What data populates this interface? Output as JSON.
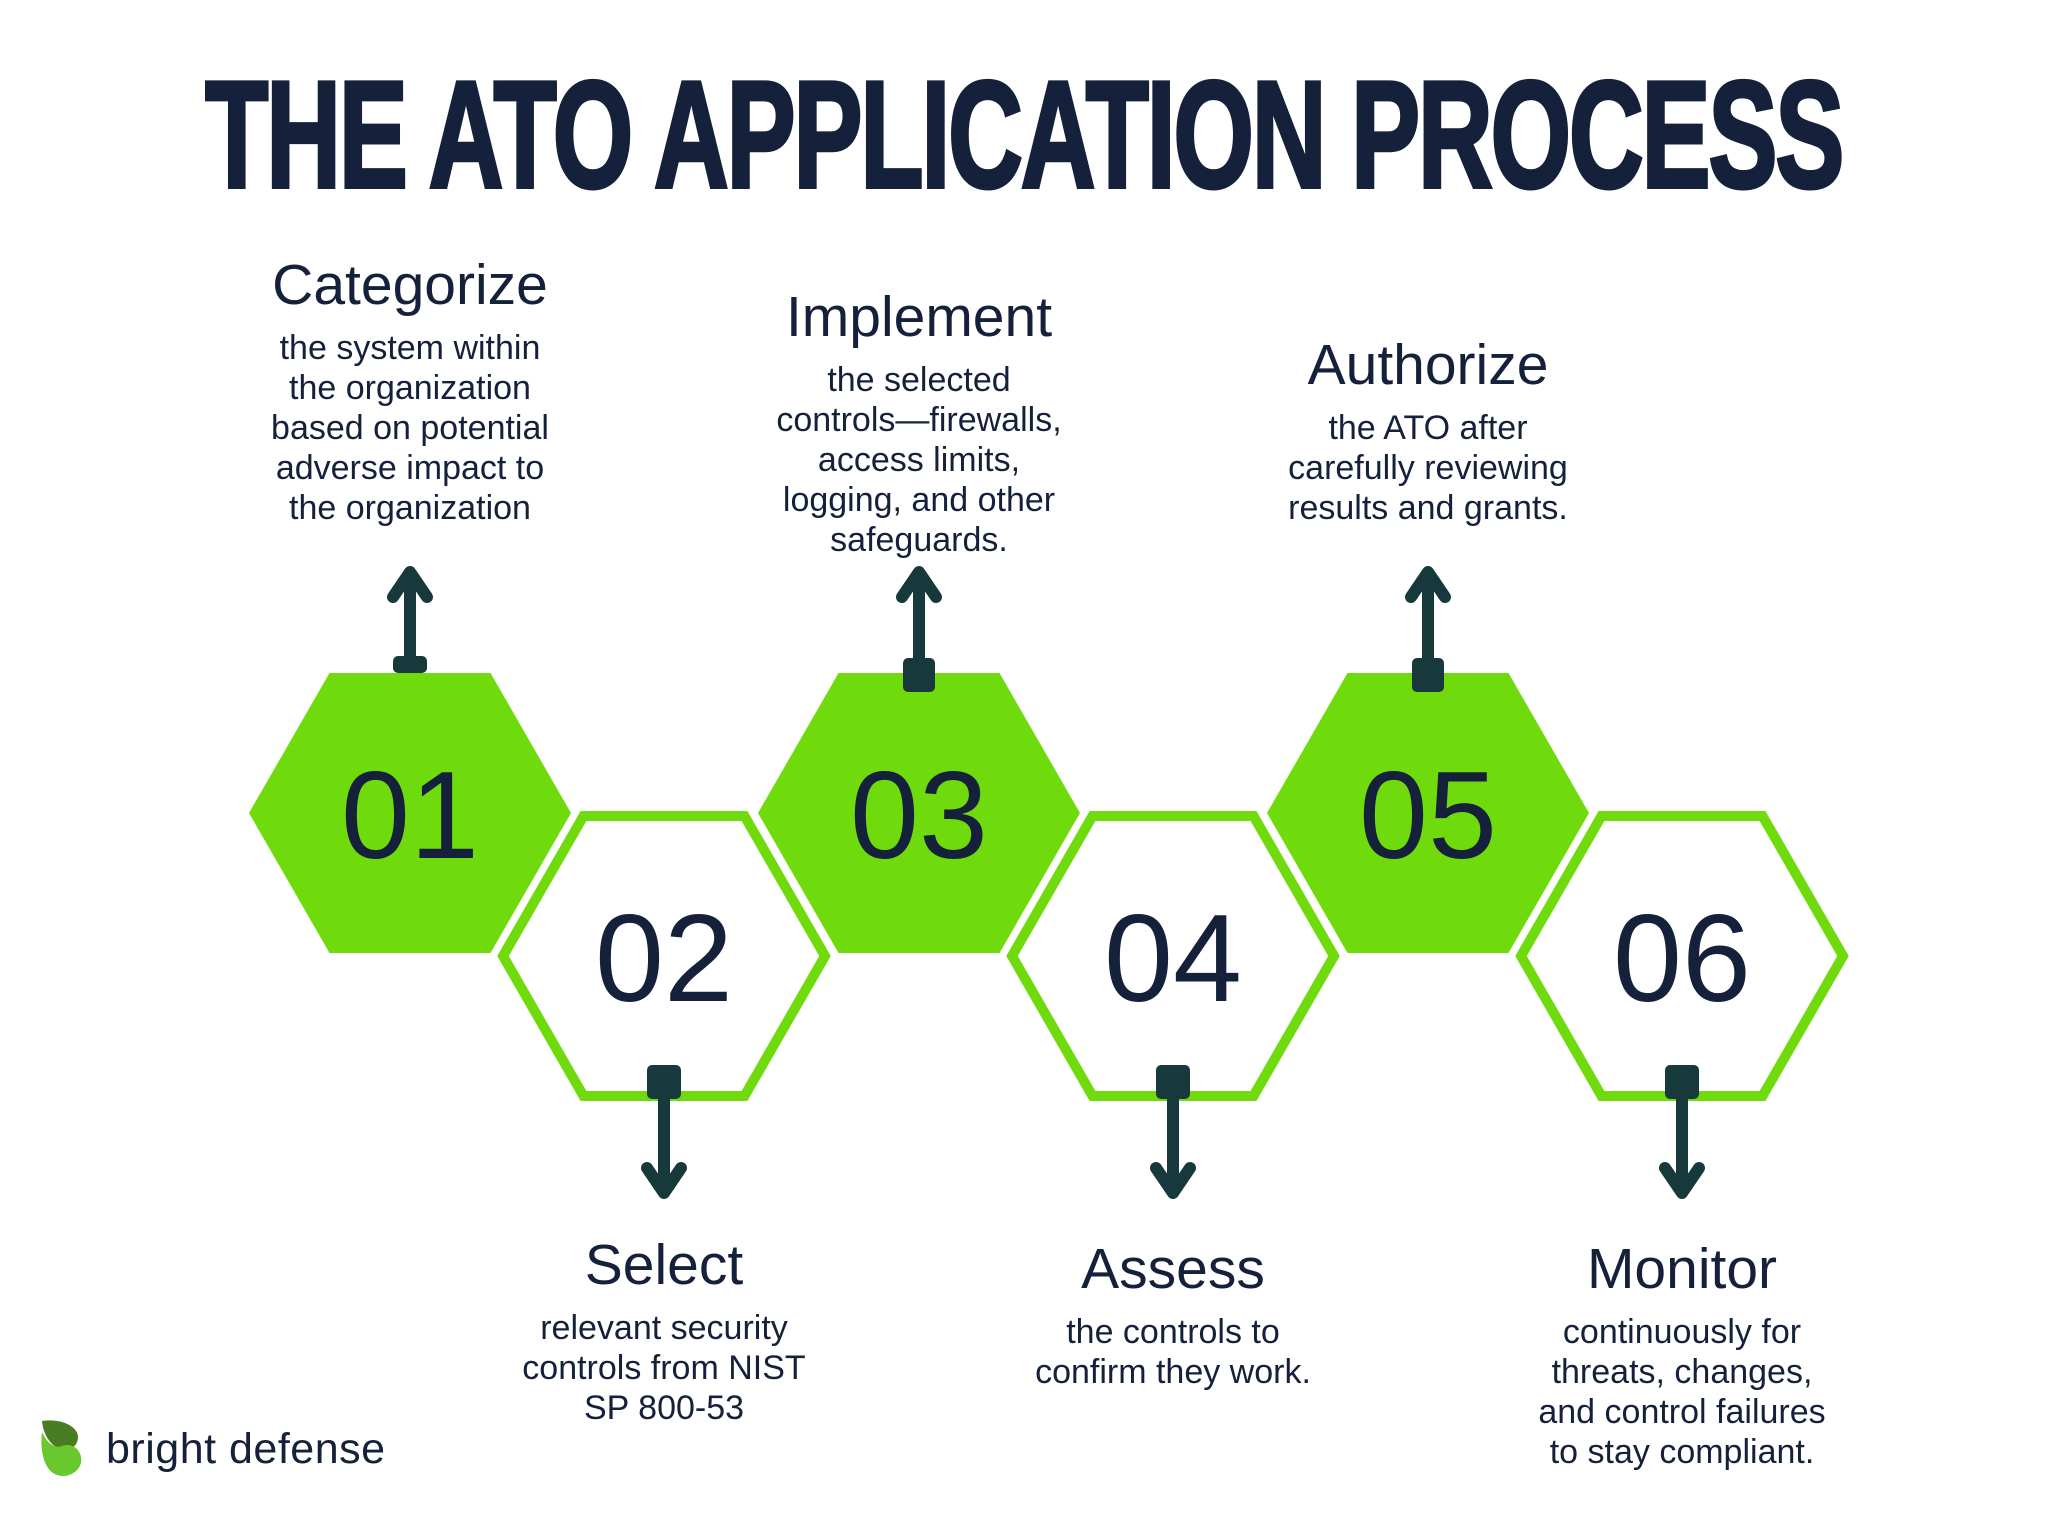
{
  "title": "THE ATO APPLICATION PROCESS",
  "colors": {
    "green": "#6FDA0C",
    "teal": "#17393B",
    "navy": "#15203A",
    "logo_dark": "#4A7D23",
    "logo_bright": "#69C82D"
  },
  "steps": [
    {
      "number": "01",
      "label": "Categorize",
      "description": "the system within\nthe organization\nbased on potential\nadverse impact to\nthe organization",
      "position": "top",
      "hex_style": "filled"
    },
    {
      "number": "02",
      "label": "Select",
      "description": "relevant security\ncontrols from NIST\nSP 800-53",
      "position": "bottom",
      "hex_style": "outlined"
    },
    {
      "number": "03",
      "label": "Implement",
      "description": "the selected\ncontrols—firewalls,\naccess limits,\nlogging, and other\nsafeguards.",
      "position": "top",
      "hex_style": "filled"
    },
    {
      "number": "04",
      "label": "Assess",
      "description": "the controls to\nconfirm they work.",
      "position": "bottom",
      "hex_style": "outlined"
    },
    {
      "number": "05",
      "label": "Authorize",
      "description": "the ATO after\ncarefully reviewing\nresults and grants.",
      "position": "top",
      "hex_style": "filled"
    },
    {
      "number": "06",
      "label": "Monitor",
      "description": "continuously for\nthreats, changes,\nand control failures\nto stay compliant.",
      "position": "bottom",
      "hex_style": "outlined"
    }
  ],
  "logo": {
    "text": "bright defense",
    "mark": "bright-defense-leaf-mark"
  }
}
